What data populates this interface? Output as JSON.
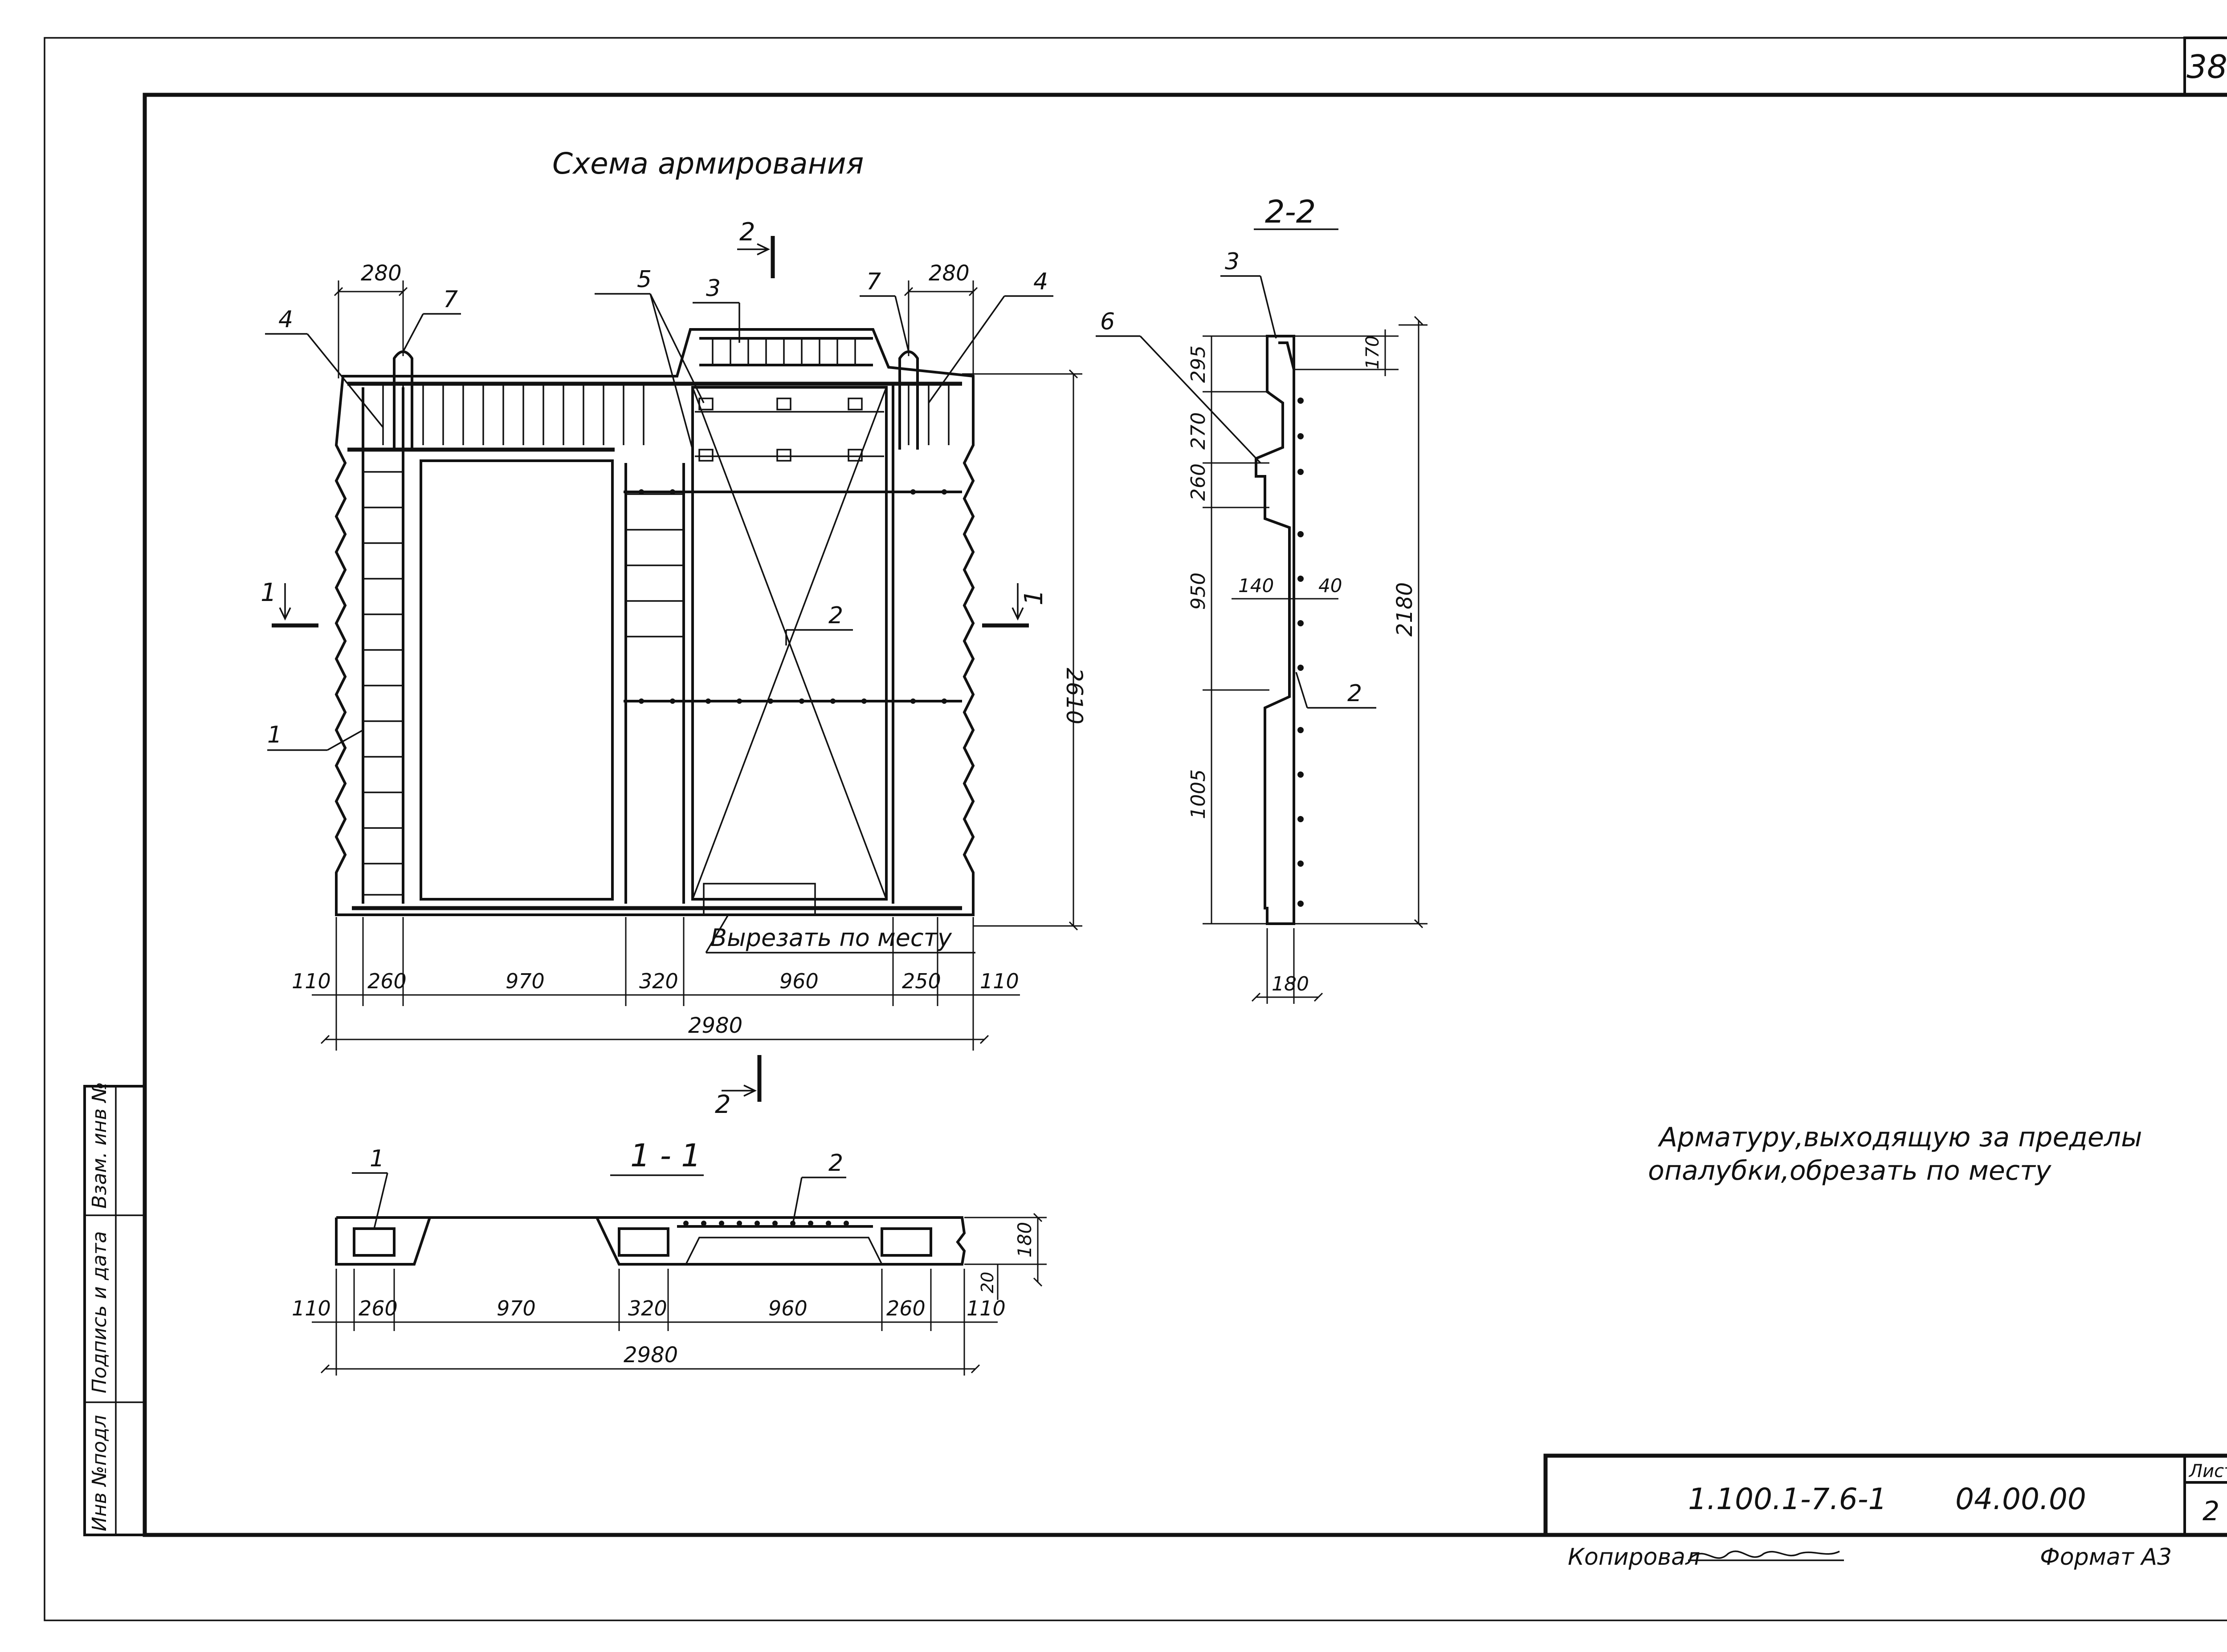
{
  "sheet_number_corner": "38",
  "titles": {
    "main_scheme": "Схема армирования",
    "section_1_1": "1 - 1",
    "section_2_2": "2-2"
  },
  "cut_markers": {
    "top": "2",
    "bottom": "2",
    "left": "1",
    "right": "1"
  },
  "callouts": {
    "c1": "1",
    "c2": "2",
    "c3": "3",
    "c4_left": "4",
    "c4_right": "4",
    "c5": "5",
    "c6": "6",
    "c7_left": "7",
    "c7_right": "7",
    "s22_c3": "3",
    "s22_c6": "6",
    "s22_c2": "2",
    "s11_c1": "1",
    "s11_c2": "2"
  },
  "main_view": {
    "top_dim_left": "280",
    "top_dim_right": "280",
    "cut_note": "Вырезать по месту",
    "height_dim": "2610",
    "bottom_dims": [
      "110",
      "260",
      "970",
      "320",
      "960",
      "250",
      "110"
    ],
    "total_width": "2980"
  },
  "section_2_2": {
    "left_dims": [
      "295",
      "270",
      "260",
      "950",
      "1005"
    ],
    "right_small_dim": "170",
    "height_total": "2180",
    "mid_dims": [
      "140",
      "40"
    ],
    "bottom_width": "180"
  },
  "section_1_1": {
    "height_dim": "180",
    "small_dim": "20",
    "bottom_dims": [
      "110",
      "260",
      "970",
      "320",
      "960",
      "260",
      "110"
    ],
    "total_width": "2980"
  },
  "note": {
    "line1": "Арматуру,выходящую за пределы",
    "line2": "опалубки,обрезать по месту"
  },
  "side_stamp": {
    "field1": "Взам. инв №",
    "field2": "Подпись и дата",
    "field3": "Инв №подл"
  },
  "title_block": {
    "series_code": "1.100.1-7.6-1",
    "doc_code": "04.00.00",
    "sheet_label": "Лист",
    "sheet_value": "2",
    "copied_label": "Копировал",
    "format_label": "Формат А3"
  }
}
